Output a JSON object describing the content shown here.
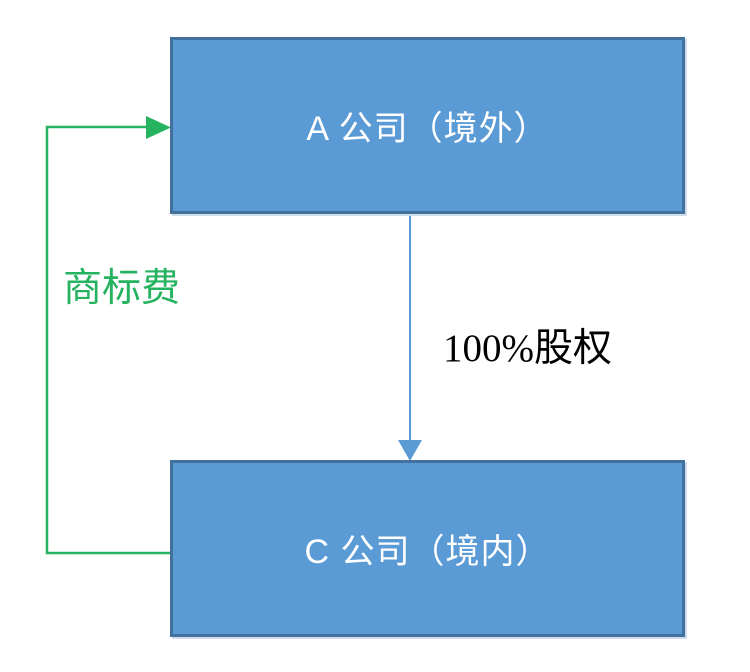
{
  "diagram": {
    "nodes": [
      {
        "id": "company-a",
        "label": "A 公司（境外）"
      },
      {
        "id": "company-c",
        "label": "C 公司（境内）"
      }
    ],
    "edges": [
      {
        "id": "equity",
        "from": "company-a",
        "to": "company-c",
        "label": "100%股权",
        "color": "#5B9BD5",
        "label_color": "#000000"
      },
      {
        "id": "trademark-fee",
        "from": "company-c",
        "to": "company-a",
        "label": "商标费",
        "color": "#25B35F",
        "label_color": "#25B35F"
      }
    ],
    "colors": {
      "node_fill": "#5B9BD5",
      "node_border": "#41719C",
      "node_text": "#FFFFFF",
      "background": "#FFFFFF"
    }
  }
}
